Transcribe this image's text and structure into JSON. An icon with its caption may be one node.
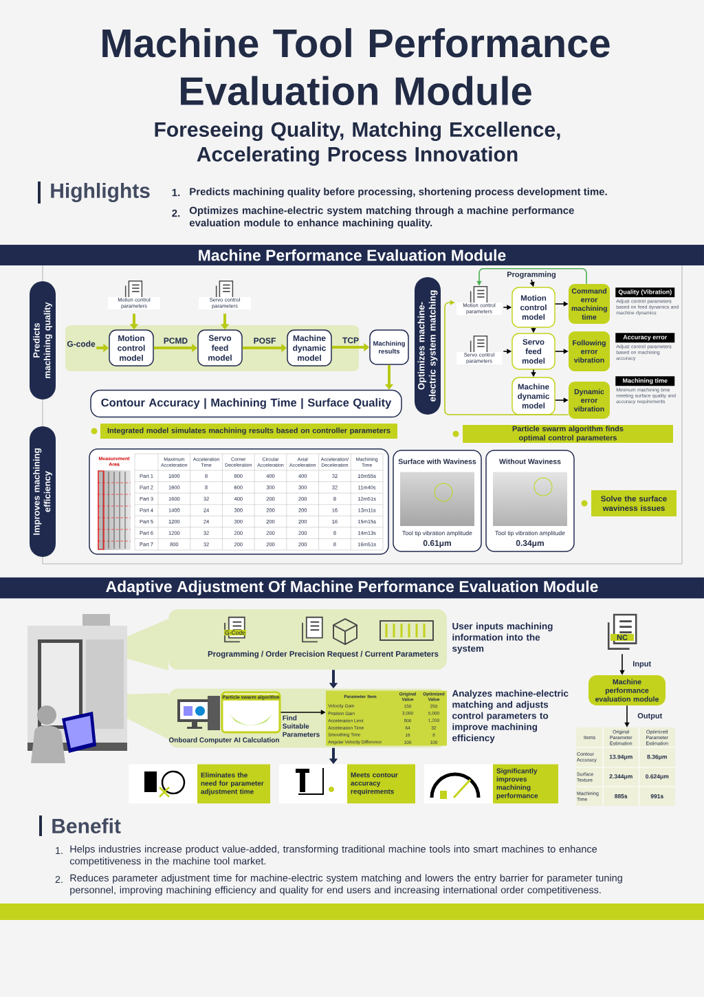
{
  "diagram": {
    "title": "Machine Tool Performance Evaluation Module",
    "nodes": [
      {
        "text": [
          "Machine Performance Evaluation Module"
        ]
      },
      {
        "text": [
          "Predicts machining quality"
        ]
      },
      {
        "text": [
          "Improves machining efficiency"
        ]
      },
      {
        "text": [
          "Motion control parameters"
        ]
      },
      {
        "text": [
          "Servo control parameters"
        ]
      },
      {
        "text": [
          "G-code"
        ]
      },
      {
        "text": [
          "Motion control model"
        ]
      },
      {
        "text": [
          "Servo feed model"
        ]
      },
      {
        "text": [
          "Machine dynamic model"
        ]
      },
      {
        "text": [
          "Machining results"
        ]
      },
      {
        "text": [
          "Contour Accuracy | Machining Time | Surface Quality"
        ]
      },
      {
        "text": [
          "Integrated model simulates machining results based on controller parameters"
        ]
      },
      {
        "text": [
          "Optimizes machine-electric system matching"
        ]
      },
      {
        "text": [
          "Programming"
        ]
      },
      {
        "text": [
          "Motion control parameters"
        ]
      },
      {
        "text": [
          "Servo control parameters"
        ]
      },
      {
        "text": [
          "Motion control model"
        ]
      },
      {
        "text": [
          "Servo feed model"
        ]
      },
      {
        "text": [
          "Machine dynamic model"
        ]
      },
      {
        "text": [
          "Command error machining time"
        ]
      },
      {
        "text": [
          "Following error vibration"
        ]
      },
      {
        "text": [
          "Dynamic error vibration"
        ]
      },
      {
        "text": [
          "Quality (Vibration)",
          "Adjust control parameters based on feed dynamics and machine dynamics"
        ]
      },
      {
        "text": [
          "Accuracy error",
          "Adjust control parameters based on machining accuracy"
        ]
      },
      {
        "text": [
          "Machining time",
          "Minimum machining time meeting surface quality and accuracy requirements"
        ]
      },
      {
        "text": [
          "Particle swarm algorithm finds optimal control parameters"
        ]
      },
      {
        "text": [
          "Measurement Area"
        ]
      },
      {
        "text": [
          "Surface with Waviness",
          "Tool tip vibration amplitude",
          "0.61μm"
        ]
      },
      {
        "text": [
          "Without Waviness",
          "Tool tip vibration amplitude",
          "0.34μm"
        ]
      },
      {
        "text": [
          "Solve the surface waviness issues"
        ]
      },
      {
        "text": [
          "Adaptive Adjustment Of Machine Performance Evaluation Module"
        ]
      },
      {
        "text": [
          "G-Code",
          "Programming / Order Precision Request / Current Parameters"
        ]
      },
      {
        "text": [
          "Onboard Computer AI Calculation"
        ]
      },
      {
        "text": [
          "Particle swarm algorithm"
        ],
        "in": 32
      },
      {
        "text": [],
        "shape": "box",
        "in": 32
      },
      {
        "text": [
          "Eliminates the need for parameter adjustment time"
        ]
      },
      {
        "text": [
          "Meets contour accuracy requirements"
        ]
      },
      {
        "text": [
          "Significantly improves machining performance"
        ]
      },
      {
        "text": [
          "NC"
        ]
      },
      {
        "text": [
          "Machine performance evaluation module"
        ]
      },
      {
        "text": [],
        "shape": "box"
      }
    ],
    "edges": [
      {
        "from": 3,
        "to": 6,
        "arrow": "to",
        "style": "thick",
        "color": "#b8c914"
      },
      {
        "from": 4,
        "to": 7,
        "arrow": "to",
        "style": "thick",
        "color": "#b8c914"
      },
      {
        "from": 5,
        "to": 6,
        "arrow": "to",
        "style": "thick",
        "color": "#b8c914"
      },
      {
        "from": 6,
        "to": 7,
        "arrow": "to",
        "label": "PCMD",
        "style": "thick",
        "color": "#b8c914"
      },
      {
        "from": 7,
        "to": 8,
        "arrow": "to",
        "label": "POSF",
        "style": "thick",
        "color": "#b8c914"
      },
      {
        "from": 8,
        "to": 9,
        "arrow": "to",
        "label": "TCP",
        "style": "thick",
        "color": "#b8c914"
      },
      {
        "from": 9,
        "to": 10,
        "arrow": "to",
        "style": "thick",
        "color": "#b8c914"
      },
      {
        "from": 13,
        "to": 16,
        "arrow": "to"
      },
      {
        "from": 14,
        "to": 16,
        "arrow": "to"
      },
      {
        "from": 15,
        "to": 17,
        "arrow": "to"
      },
      {
        "from": 16,
        "to": 17,
        "arrow": "to"
      },
      {
        "from": 17,
        "to": 18,
        "arrow": "to"
      },
      {
        "from": 16,
        "to": 19,
        "arrow": "to"
      },
      {
        "from": 17,
        "to": 20,
        "arrow": "to"
      },
      {
        "from": 18,
        "to": 21,
        "arrow": "to"
      },
      {
        "from": 19,
        "to": 14,
        "arrow": "to",
        "color": "#4caf50"
      },
      {
        "from": 21,
        "to": 14,
        "arrow": "to",
        "color": "#b8c914"
      },
      {
        "from": 31,
        "to": 32,
        "arrow": "to",
        "style": "thick",
        "color": "#1f2a4e"
      },
      {
        "from": 32,
        "to": 36,
        "arrow": "to",
        "style": "thick",
        "color": "#1f2a4e"
      },
      {
        "from": 33,
        "to": 34,
        "arrow": "to",
        "label": "Find Suitable Parameters"
      },
      {
        "from": 38,
        "to": 39,
        "arrow": "to",
        "label": "Input"
      },
      {
        "from": 39,
        "to": 40,
        "arrow": "to",
        "label": "Output"
      }
    ],
    "labels": [
      "Foreseeing Quality, Matching Excellence, Accelerating Process Innovation",
      "Highlights",
      "1.",
      "Predicts machining quality before processing, shortening process development time.",
      "2.",
      "Optimizes machine-electric system matching through a machine performance evaluation module to enhance machining quality.",
      "Maximum Acceleration",
      "Acceleration Time",
      "Corner Deceleration",
      "Circular Acceleration",
      "Axial Acceleration",
      "Acceleration/ Deceleration",
      "Machining Time",
      "Part 1",
      "1600",
      "8",
      "800",
      "400",
      "400",
      "32",
      "10m55s",
      "Part 2",
      "1600",
      "8",
      "600",
      "300",
      "300",
      "32",
      "11m40s",
      "Part 3",
      "1600",
      "32",
      "400",
      "200",
      "200",
      "8",
      "12m51s",
      "Part 4",
      "1400",
      "24",
      "300",
      "200",
      "200",
      "16",
      "13m11s",
      "Part 5",
      "1200",
      "24",
      "300",
      "200",
      "200",
      "16",
      "15m15s",
      "Part 6",
      "1200",
      "32",
      "200",
      "200",
      "200",
      "8",
      "14m13s",
      "Part 7",
      "800",
      "32",
      "200",
      "200",
      "200",
      "8",
      "16m51s",
      "User inputs machining information into the system",
      "Parameter Item",
      "Original Value",
      "Optimized Value",
      "Velocity Gain",
      "150",
      "250",
      "Position Gain",
      "3,000",
      "5,000",
      "Acceleration Limit",
      "800",
      "1,200",
      "Acceleration Time",
      "64",
      "32",
      "Smoothing Time",
      "16",
      "8",
      "Angular Velocity Difference",
      "100",
      "100",
      "Analyzes machine-electric matching and adjusts control parameters to improve machining efficiency",
      "Items",
      "Original Parameter Estimation",
      "Optimized Parameter Estimation",
      "Contour Accuracy",
      "13.94μm",
      "8.36μm",
      "Surface Texture",
      "2.344μm",
      "0.624μm",
      "Machining Time",
      "885s",
      "991s",
      "Benefit",
      "1.",
      "Helps industries increase product value-added, transforming traditional machine tools into smart machines to enhance competitiveness in the machine tool market.",
      "2.",
      "Reduces parameter adjustment time for machine-electric system matching and lowers the entry barrier for parameter tuning personnel, improving machining efficiency and quality for end users and increasing international order competitiveness."
    ]
  }
}
